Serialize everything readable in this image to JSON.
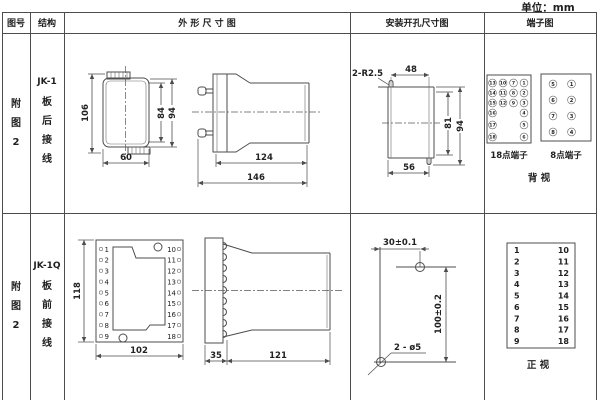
{
  "unit": "单位：mm",
  "headers": {
    "fig": "图号",
    "structure": "结构",
    "outline": "外 形 尺 寸 图",
    "mounting": "安装开孔尺寸图",
    "terminal": "端子图"
  },
  "row1": {
    "fig": "附图2",
    "model": "JK-1",
    "wiring": "板后接线",
    "outline": {
      "d106": "106",
      "d84": "84",
      "d94": "94",
      "d60": "60",
      "d124": "124",
      "d146": "146"
    },
    "mounting": {
      "r_label": "2-R2.5",
      "d48": "48",
      "d81": "81",
      "d94": "94",
      "d56": "56"
    },
    "terminal": {
      "t18": [
        "13",
        "10",
        "7",
        "1",
        "14",
        "11",
        "8",
        "2",
        "15",
        "12",
        "9",
        "3",
        "16",
        "4",
        "17",
        "5",
        "18",
        "6"
      ],
      "t8": [
        "5",
        "1",
        "6",
        "2",
        "7",
        "3",
        "8",
        "4"
      ],
      "t18_label": "18点端子",
      "t8_label": "8点端子",
      "view": "背 视"
    }
  },
  "row2": {
    "fig": "附图2",
    "model": "JK-1Q",
    "wiring": "板前接线",
    "outline": {
      "d118": "118",
      "d102": "102",
      "d35": "35",
      "d121": "121",
      "left": [
        "1",
        "2",
        "3",
        "4",
        "5",
        "6",
        "7",
        "8",
        "9"
      ],
      "right": [
        "10",
        "11",
        "12",
        "13",
        "14",
        "15",
        "16",
        "17",
        "18"
      ]
    },
    "mounting": {
      "dh": "30±0.1",
      "dv": "100±0.2",
      "hole": "2 - ø5"
    },
    "terminal": {
      "left": [
        "1",
        "2",
        "3",
        "4",
        "5",
        "6",
        "7",
        "8",
        "9"
      ],
      "right": [
        "10",
        "11",
        "12",
        "13",
        "14",
        "15",
        "16",
        "17",
        "18"
      ],
      "view": "正 视"
    }
  }
}
